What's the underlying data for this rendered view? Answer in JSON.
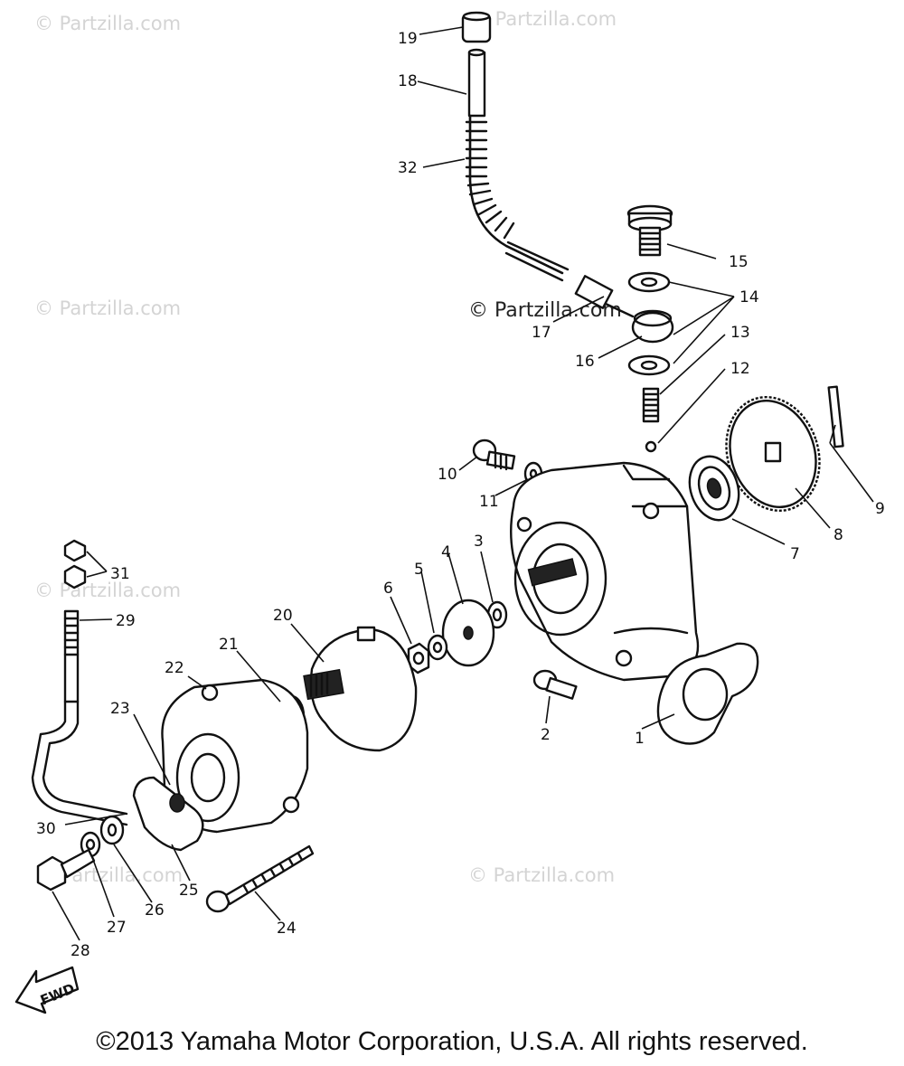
{
  "watermark": "© Partzilla.com",
  "copyright": "©2013 Yamaha Motor Corporation, U.S.A. All rights reserved.",
  "direction_label": "FWD",
  "callouts": [
    {
      "label": "19"
    },
    {
      "label": "18"
    },
    {
      "label": "32"
    },
    {
      "label": "15"
    },
    {
      "label": "14"
    },
    {
      "label": "17"
    },
    {
      "label": "16"
    },
    {
      "label": "13"
    },
    {
      "label": "12"
    },
    {
      "label": "9"
    },
    {
      "label": "10"
    },
    {
      "label": "11"
    },
    {
      "label": "8"
    },
    {
      "label": "7"
    },
    {
      "label": "3"
    },
    {
      "label": "4"
    },
    {
      "label": "5"
    },
    {
      "label": "6"
    },
    {
      "label": "31"
    },
    {
      "label": "29"
    },
    {
      "label": "20"
    },
    {
      "label": "21"
    },
    {
      "label": "22"
    },
    {
      "label": "23"
    },
    {
      "label": "2"
    },
    {
      "label": "1"
    },
    {
      "label": "30"
    },
    {
      "label": "25"
    },
    {
      "label": "26"
    },
    {
      "label": "27"
    },
    {
      "label": "28"
    },
    {
      "label": "24"
    }
  ]
}
